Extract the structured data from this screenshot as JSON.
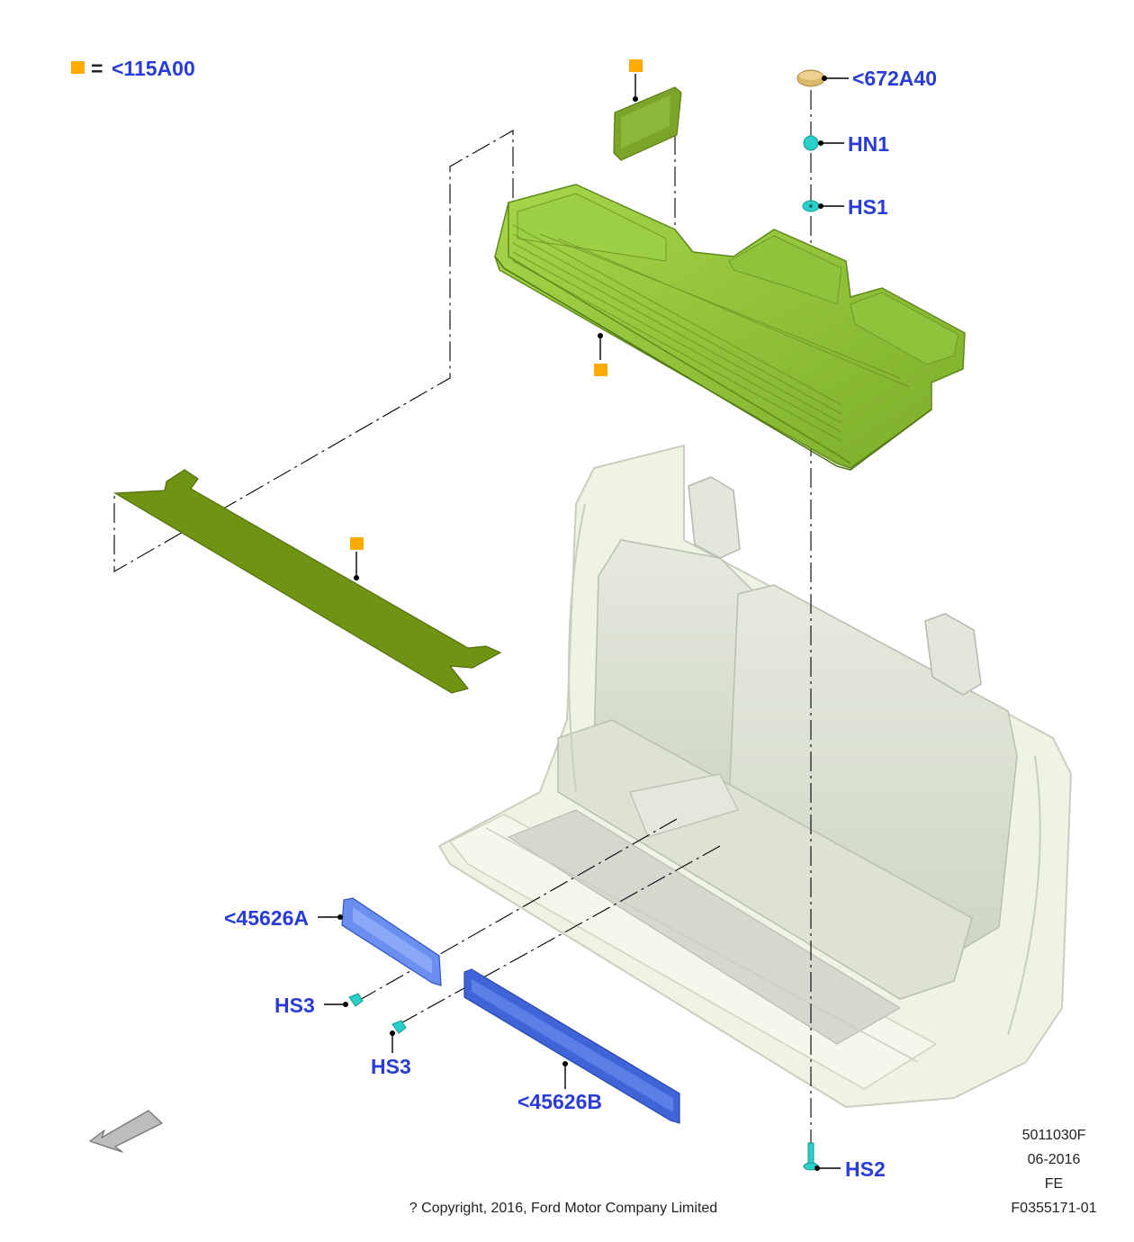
{
  "legend": {
    "symbol_color": "#ffaa00",
    "equals": "=",
    "code": "<115A00",
    "code_color": "#2a3cd8"
  },
  "callouts": {
    "cap": "<672A40",
    "nut": "HN1",
    "screw_top": "HS1",
    "bracket_a": "<45626A",
    "screw_a": "HS3",
    "screw_b": "HS3",
    "bracket_b": "<45626B",
    "screw_bottom": "HS2"
  },
  "meta": {
    "ref_code": "5011030F",
    "date": "06-2016",
    "region": "FE",
    "figure_id": "F0355171-01",
    "copyright": "? Copyright, 2016, Ford Motor Company Limited"
  },
  "colors": {
    "callout_text": "#2a3cd8",
    "marker": "#ffaa00",
    "tray_green": "#8fc23a",
    "mat_green": "#6f9414",
    "bracket_blue": "#3f64d8",
    "clip_cyan": "#2ad0c8",
    "cap_tan": "#d9b86a"
  },
  "icons": {
    "direction": "front-arrow-icon",
    "marker": "square-marker-icon"
  }
}
